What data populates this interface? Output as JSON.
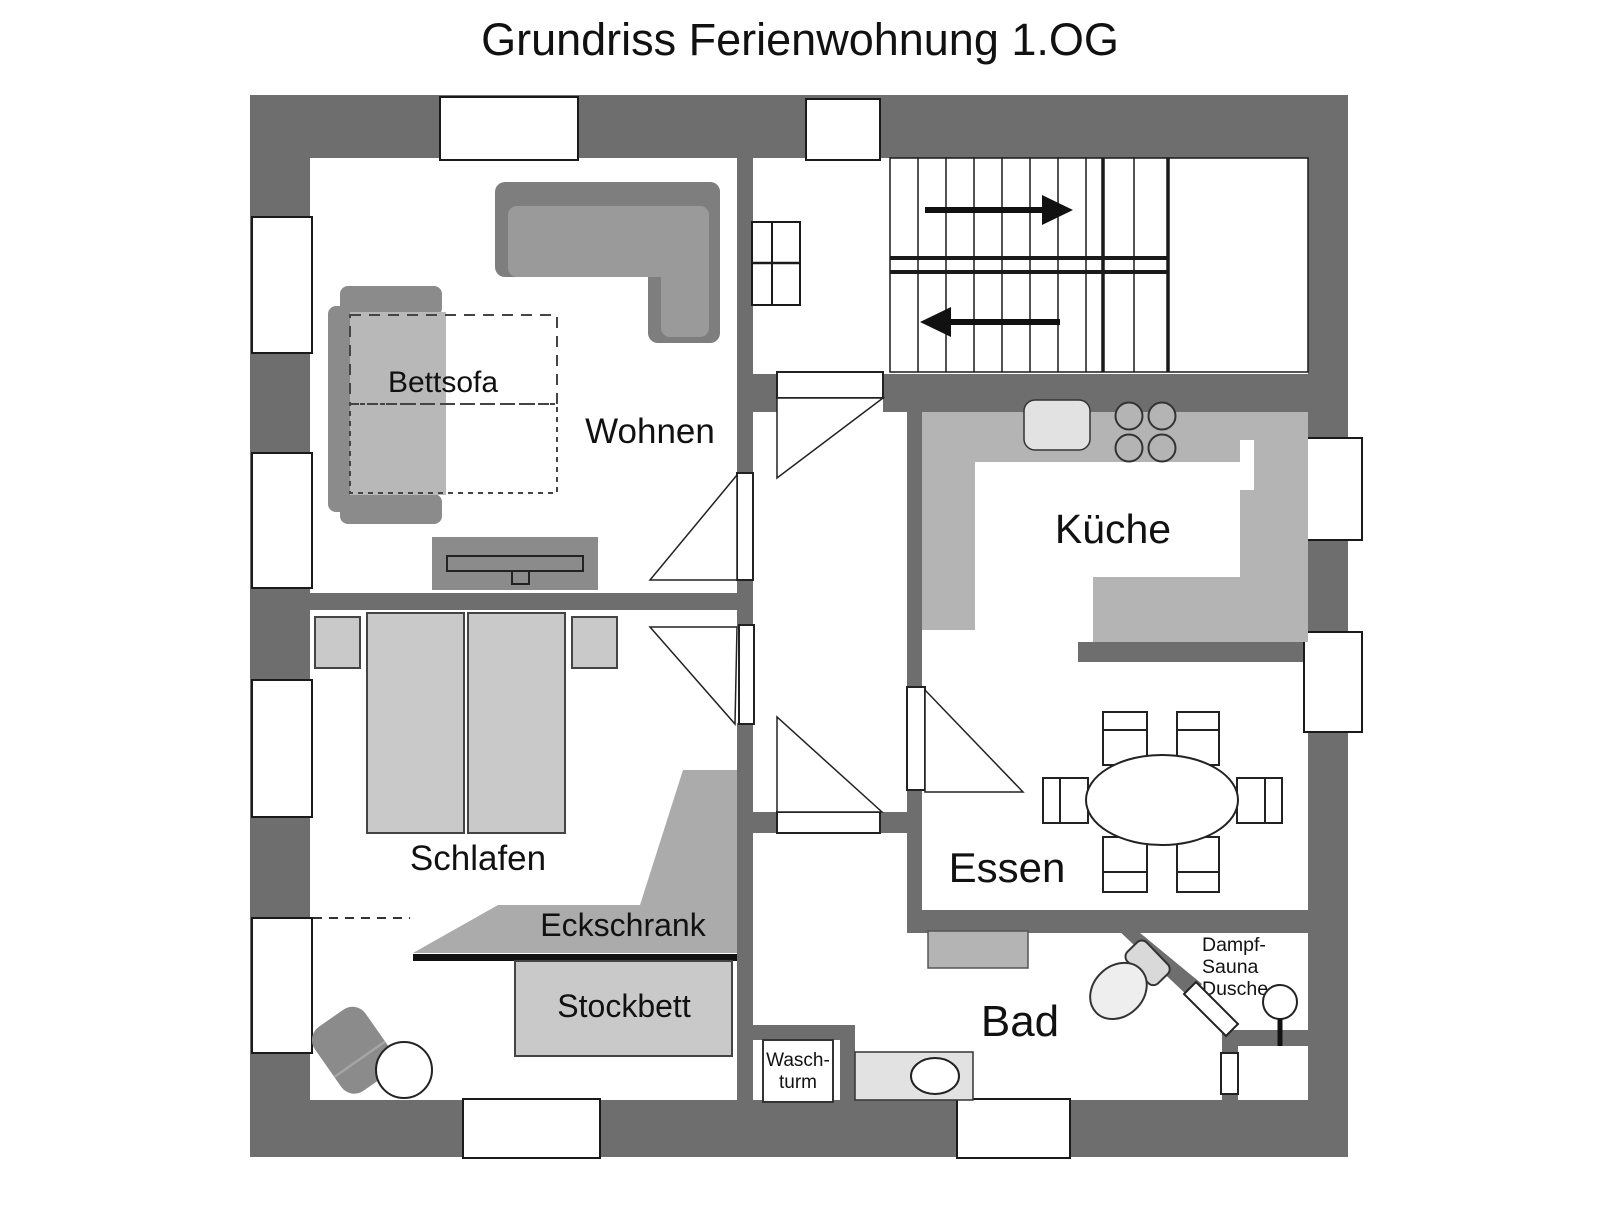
{
  "title": "Grundriss Ferienwohnung 1.OG",
  "rooms": {
    "wohnen": {
      "label": "Wohnen"
    },
    "schlafen": {
      "label": "Schlafen"
    },
    "kueche": {
      "label": "Küche"
    },
    "essen": {
      "label": "Essen"
    },
    "bad": {
      "label": "Bad"
    }
  },
  "furniture": {
    "bettsofa": {
      "label": "Bettsofa"
    },
    "eckschrank": {
      "label": "Eckschrank"
    },
    "stockbett": {
      "label": "Stockbett"
    },
    "waschturm": {
      "line1": "Wasch-",
      "line2": "turm"
    },
    "sauna": {
      "line1": "Dampf-",
      "line2": "Sauna",
      "line3": "Dusche"
    }
  },
  "stairs": {
    "direction_up": "right",
    "direction_down": "left"
  },
  "colors": {
    "wall": "#6e6e6e",
    "furniture_dark": "#8b8b8b",
    "sofa_back": "#7e7e7e",
    "sofa_seat": "#9a9a9a",
    "bed_light": "#c9c9c9",
    "kitchen_counter": "#b4b4b4",
    "wardrobe": "#ababab",
    "fixture_light": "#e2e2e2",
    "text": "#111111",
    "background": "#ffffff"
  }
}
